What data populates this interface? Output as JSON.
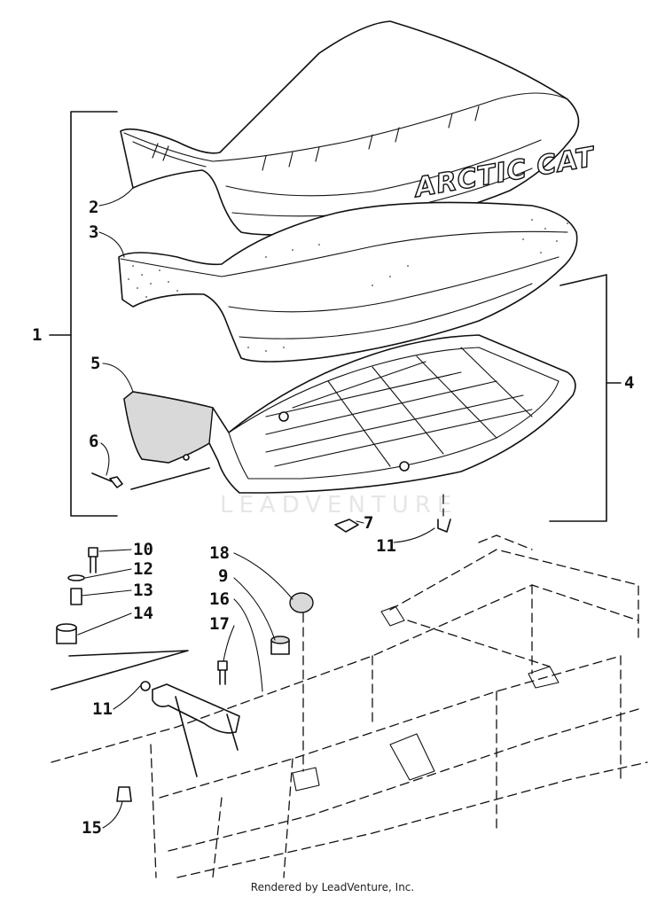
{
  "diagram": {
    "brand_text": "ARCTIC CAT",
    "watermark_text": "LEADVENTURE",
    "callouts": [
      "1",
      "2",
      "3",
      "4",
      "5",
      "6",
      "7",
      "9",
      "10",
      "11",
      "11",
      "12",
      "13",
      "14",
      "15",
      "16",
      "17",
      "18"
    ]
  },
  "footer": {
    "text": "Rendered by LeadVenture, Inc."
  }
}
